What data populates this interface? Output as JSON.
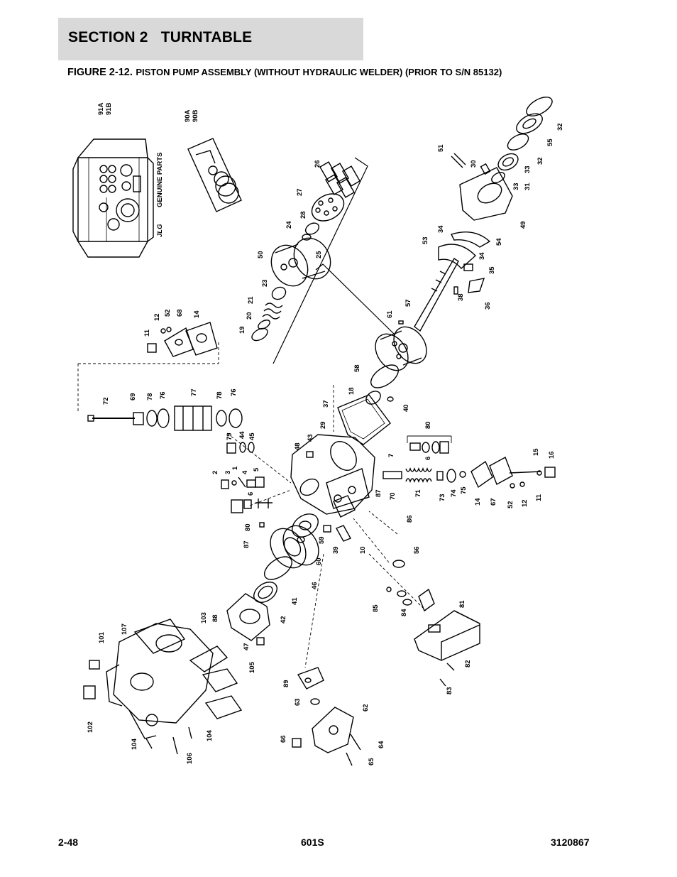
{
  "section": {
    "title": "SECTION 2   TURNTABLE"
  },
  "figure": {
    "label": "FIGURE 2-12.",
    "title": "PISTON PUMP ASSEMBLY (WITHOUT HYDRAULIC WELDER) (PRIOR TO S/N 85132)"
  },
  "kit": {
    "logo_text": "JLG",
    "box_text": "GENUINE PARTS"
  },
  "callouts": [
    "91A",
    "91B",
    "90A",
    "90B",
    "26",
    "27",
    "28",
    "24",
    "25",
    "50",
    "23",
    "21",
    "20",
    "19",
    "51",
    "30",
    "32",
    "55",
    "32",
    "33",
    "33",
    "31",
    "49",
    "34",
    "54",
    "53",
    "34",
    "35",
    "38",
    "36",
    "57",
    "61",
    "12",
    "52",
    "68",
    "14",
    "11",
    "58",
    "18",
    "40",
    "37",
    "72",
    "69",
    "78",
    "76",
    "77",
    "78",
    "76",
    "29",
    "43",
    "80",
    "48",
    "79",
    "44",
    "45",
    "6",
    "7",
    "2",
    "3",
    "1",
    "4",
    "5",
    "6",
    "87",
    "70",
    "71",
    "73",
    "74",
    "75",
    "14",
    "67",
    "52",
    "12",
    "11",
    "15",
    "16",
    "80",
    "87",
    "59",
    "39",
    "10",
    "86",
    "60",
    "46",
    "41",
    "42",
    "56",
    "103",
    "88",
    "47",
    "85",
    "84",
    "81",
    "101",
    "107",
    "82",
    "105",
    "83",
    "89",
    "63",
    "62",
    "102",
    "104",
    "104",
    "106",
    "66",
    "64",
    "65"
  ],
  "footer": {
    "page": "2-48",
    "model": "601S",
    "doc": "3120867"
  }
}
